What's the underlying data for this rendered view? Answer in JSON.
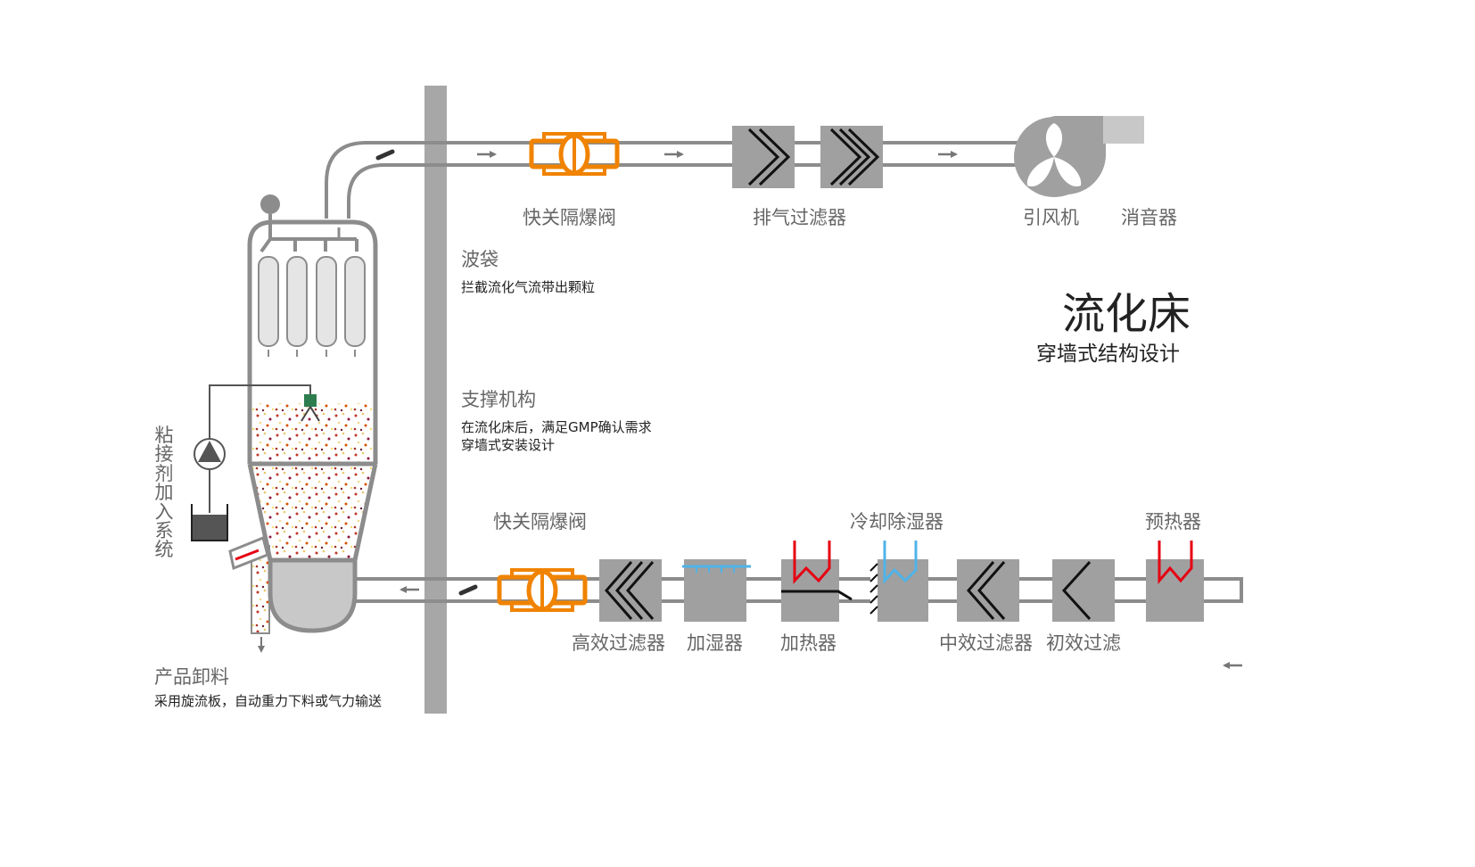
{
  "title": "流化床",
  "subtitle": "穿墙式结构设计",
  "labels": {
    "valve_top": "快关隔爆阀",
    "exhaust_filter": "排气过滤器",
    "fan": "引风机",
    "silencer": "消音器",
    "valve_bottom": "快关隔爆阀",
    "hepa_filter": "高效过滤器",
    "humidifier": "加湿器",
    "heater": "加热器",
    "cooling_dehumidifier": "冷却除湿器",
    "medium_filter": "中效过滤器",
    "primary_filter": "初效过滤",
    "preheater": "预热器",
    "binder_system": "粘接剂加入系统",
    "discharge": "产品卸料"
  },
  "notes": {
    "bag_title": "波袋",
    "bag_desc": "拦截流化气流带出颗粒",
    "support_title": "支撑机构",
    "support_desc_1": "在流化床后，满足GMP确认需求",
    "support_desc_2": "穿墙式安装设计",
    "discharge_desc": "采用旋流板，自动重力下料或气力输送"
  },
  "colors": {
    "valve": "#f08300",
    "heater": "#e60012",
    "cooler": "#4fb3e8",
    "box": "#a0a0a0",
    "wall": "#a7a7a7",
    "duct": "#8c8c8c",
    "pump": "#555555"
  },
  "icons": {
    "fan": "centrifugal-fan-icon",
    "pump": "pump-icon",
    "valve": "butterfly-valve-icon",
    "nozzle": "spray-nozzle-icon"
  }
}
